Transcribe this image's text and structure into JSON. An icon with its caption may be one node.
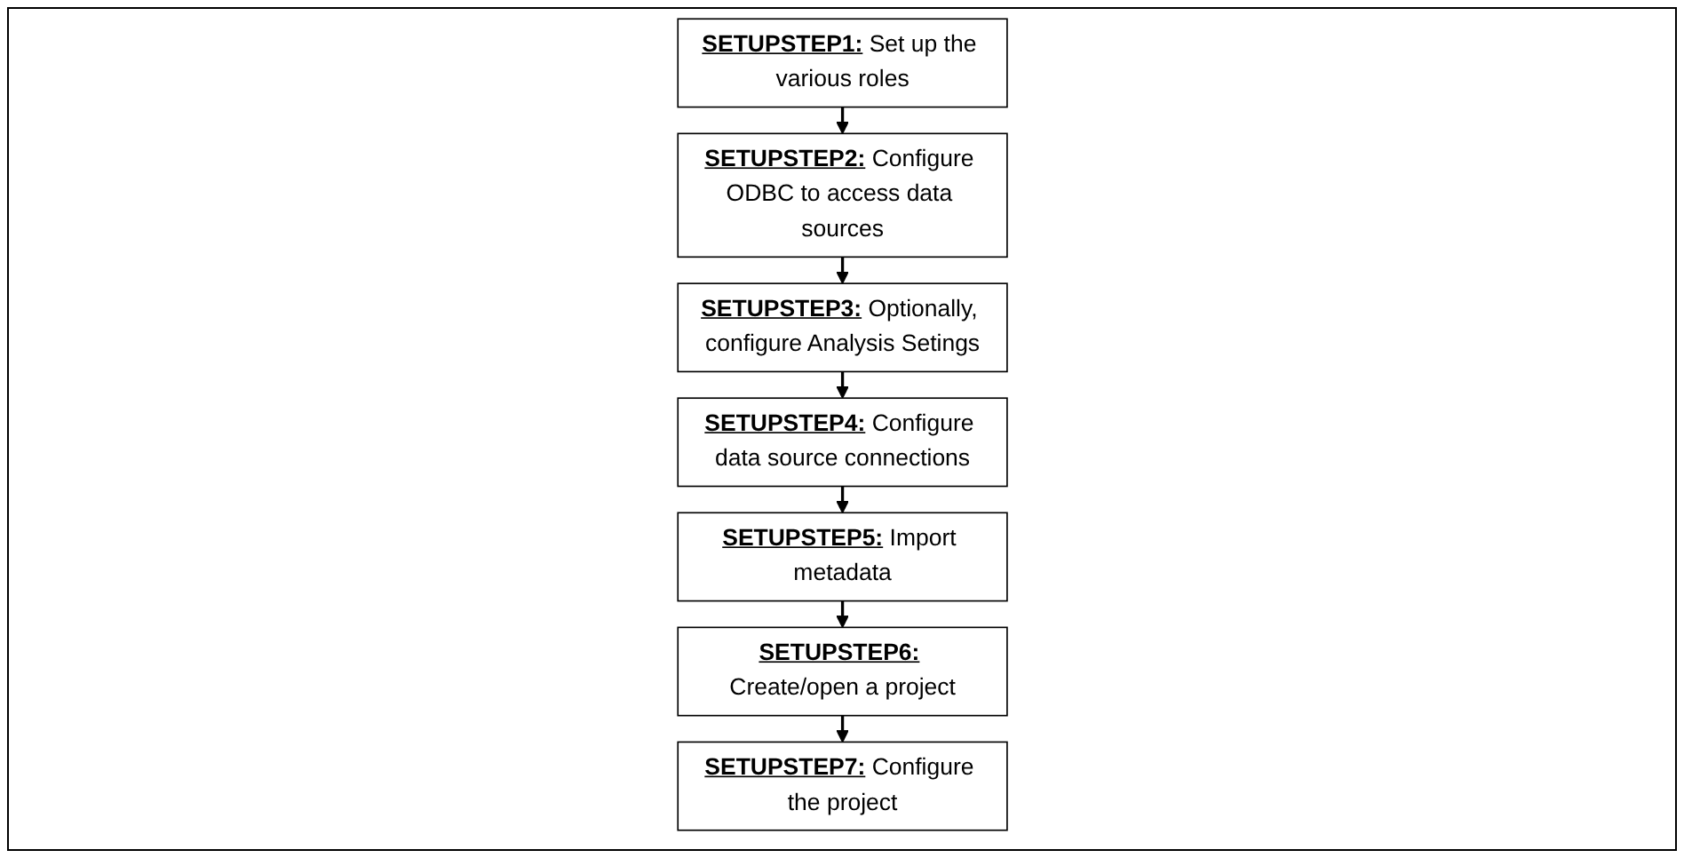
{
  "diagram": {
    "nodes": [
      {
        "text": [
          "**SETUPSTEP1:** Set up the various roles"
        ]
      },
      {
        "text": [
          "**SETUPSTEP2:** Configure ODBC to access data sources"
        ]
      },
      {
        "text": [
          "**SETUPSTEP3:** Optionally, configure Analysis Setings"
        ]
      },
      {
        "text": [
          "**SETUPSTEP4:** Configure data source connections"
        ]
      },
      {
        "text": [
          "**SETUPSTEP5:** Import metadata"
        ]
      },
      {
        "text": [
          "**SETUPSTEP6:** Create/open a project"
        ]
      },
      {
        "text": [
          "**SETUPSTEP7:** Configure the project"
        ]
      }
    ],
    "edges": [
      {
        "from": 0,
        "to": 1,
        "arrow": "to"
      },
      {
        "from": 1,
        "to": 2,
        "arrow": "to"
      },
      {
        "from": 2,
        "to": 3,
        "arrow": "to"
      },
      {
        "from": 3,
        "to": 4,
        "arrow": "to"
      },
      {
        "from": 4,
        "to": 5,
        "arrow": "to"
      },
      {
        "from": 5,
        "to": 6,
        "arrow": "to"
      }
    ]
  }
}
